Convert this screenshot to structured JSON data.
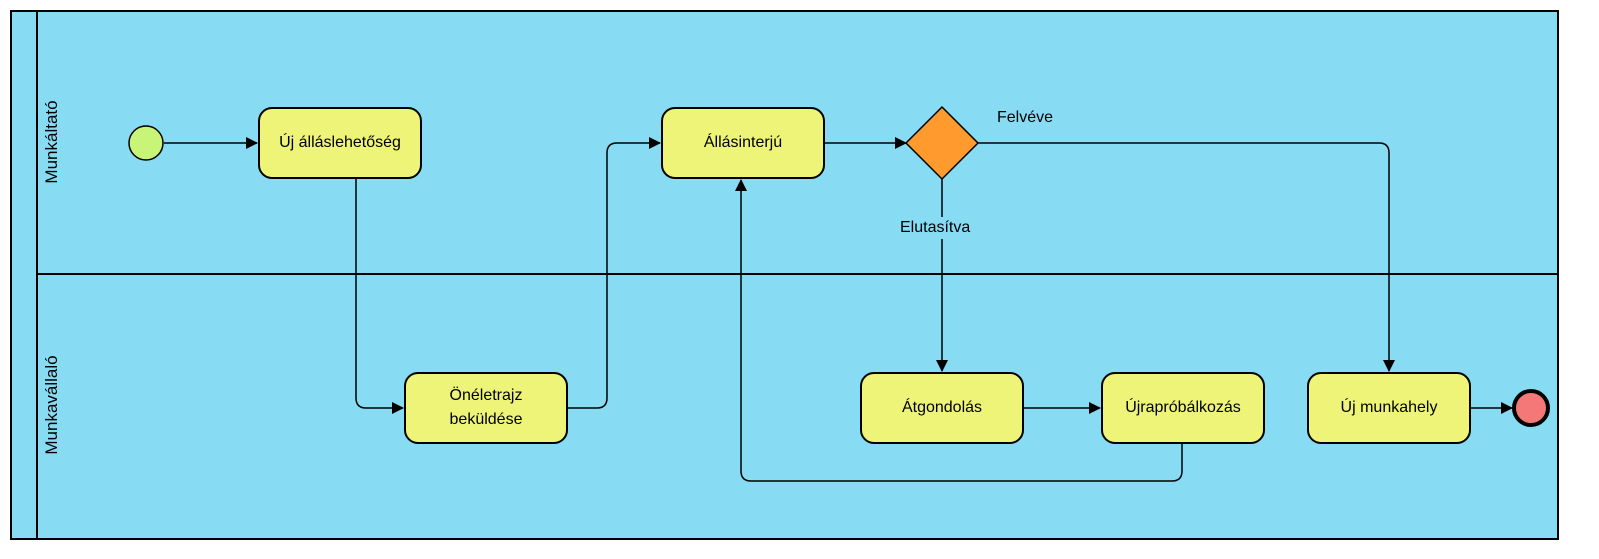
{
  "pool": {
    "lanes": [
      {
        "id": "employer",
        "title": "Munkáltató"
      },
      {
        "id": "employee",
        "title": "Munkavállaló"
      }
    ]
  },
  "tasks": {
    "uj_allaslehetoseg": "Új álláslehetőség",
    "oneletrajz": "Önéletrajz beküldése",
    "allasinterju": "Állásinterjú",
    "atgondolas": "Átgondolás",
    "ujraprobalkozas": "Újrapróbálkozás",
    "uj_munkahely": "Új munkahely"
  },
  "flow_labels": {
    "felveve": "Felvéve",
    "elutasitva": "Elutasítva"
  },
  "colors": {
    "lane_fill": "#87dcf4",
    "task_fill": "#eef478",
    "start_event": "#c8f578",
    "end_event": "#f57878",
    "gateway": "#ff9a2e"
  }
}
